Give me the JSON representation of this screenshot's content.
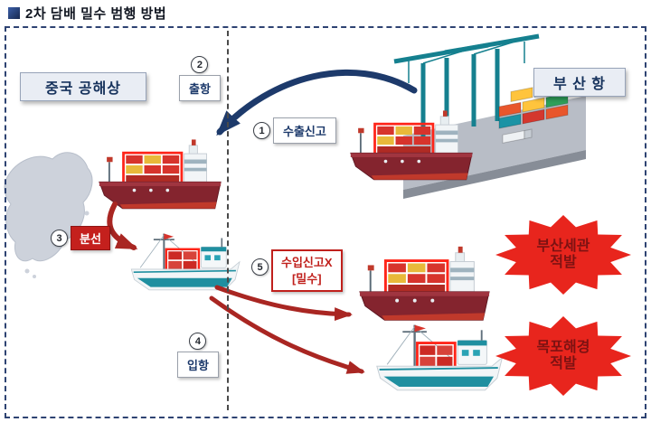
{
  "page": {
    "title": "2차 담배 밀수 범행 방법"
  },
  "regions": {
    "china_waters": "중국 공해상",
    "busan_port": "부 산 항"
  },
  "steps": {
    "export_declare": {
      "num": "1",
      "label": "수출신고"
    },
    "depart": {
      "num": "2",
      "label": "출항"
    },
    "transship": {
      "num": "3",
      "label": "분선"
    },
    "arrive": {
      "num": "4",
      "label": "입항"
    },
    "no_import": {
      "num": "5",
      "label": "수입신고X",
      "sub": "[밀수]"
    }
  },
  "detections": {
    "busan_customs": {
      "line1": "부산세관",
      "line2": "적발"
    },
    "mokpo_coastguard": {
      "line1": "목포해경",
      "line2": "적발"
    }
  },
  "colors": {
    "navy": "#1d3a6b",
    "red": "#c0201c",
    "burst_red": "#e8251d",
    "teal": "#1f8fa0",
    "label_bg": "#e9edf4"
  }
}
